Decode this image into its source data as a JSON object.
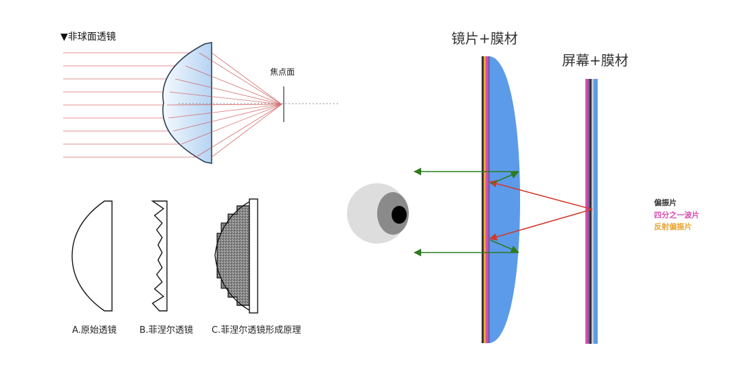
{
  "aspheric": {
    "title": "▼非球面透镜",
    "focal_label": "焦点面"
  },
  "fresnel": {
    "caption_a": "A.原始透镜",
    "caption_b": "B.菲涅尔透镜",
    "caption_c": "C.菲涅尔透镜形成原理"
  },
  "pancake": {
    "lens_label": "镜片+膜材",
    "screen_label": "屏幕+膜材",
    "legend": [
      {
        "text": "偏振片",
        "color": "#333333"
      },
      {
        "text": "四分之一波片",
        "color": "#d94fb0"
      },
      {
        "text": "反射偏振片",
        "color": "#e8a530"
      }
    ]
  },
  "colors": {
    "ray_red": "#d05555",
    "arrow_green": "#2f7a1f",
    "arrow_red": "#d23a2a",
    "lens_blue": "#5b9bea"
  }
}
